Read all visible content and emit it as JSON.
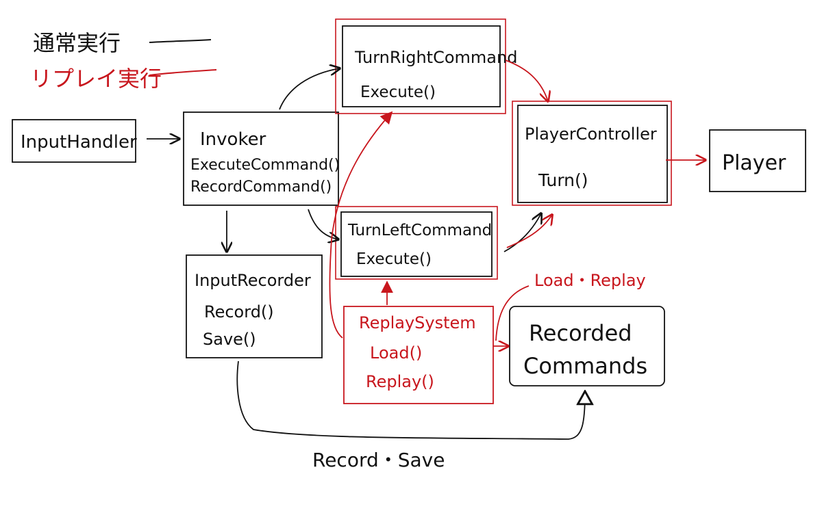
{
  "legend": {
    "normal_label": "通常実行",
    "replay_label": "リプレイ実行",
    "normal_color": "#111111",
    "replay_color": "#c8161d"
  },
  "boxes": {
    "input_handler": {
      "title": "InputHandler"
    },
    "invoker": {
      "title": "Invoker",
      "methods": [
        "ExecuteCommand()",
        "RecordCommand()"
      ]
    },
    "turn_right_command": {
      "title": "TurnRightCommand",
      "methods": [
        "Execute()"
      ]
    },
    "turn_left_command": {
      "title": "TurnLeftCommand",
      "methods": [
        "Execute()"
      ]
    },
    "player_controller": {
      "title": "PlayerController",
      "methods": [
        "Turn()"
      ]
    },
    "player": {
      "title": "Player"
    },
    "input_recorder": {
      "title": "InputRecorder",
      "methods": [
        "Record()",
        "Save()"
      ]
    },
    "replay_system": {
      "title": "ReplaySystem",
      "methods": [
        "Load()",
        "Replay()"
      ]
    },
    "recorded_commands": {
      "title_lines": [
        "Recorded",
        "Commands"
      ]
    }
  },
  "edge_labels": {
    "load_replay": "Load・Replay",
    "record_save": "Record・Save"
  }
}
